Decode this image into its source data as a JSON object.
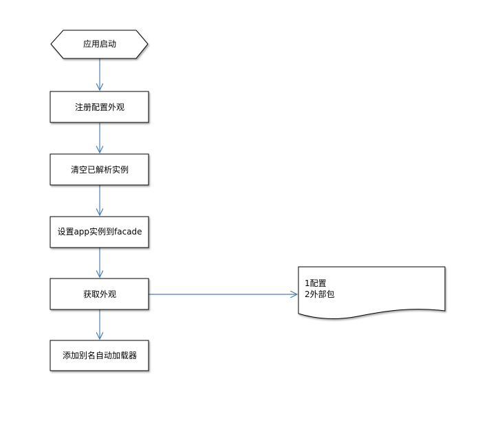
{
  "diagram": {
    "start": {
      "label": "应用启动"
    },
    "steps": [
      {
        "label": "注册配置外观"
      },
      {
        "label": "清空已解析实例"
      },
      {
        "label": "设置app实例到facade"
      },
      {
        "label": "获取外观"
      },
      {
        "label": "添加别名自动加载器"
      }
    ],
    "note": {
      "lines": [
        "1配置",
        "2外部包"
      ]
    },
    "colors": {
      "connector": "#4a7ebb",
      "border": "#000000",
      "fill": "#ffffff"
    }
  }
}
